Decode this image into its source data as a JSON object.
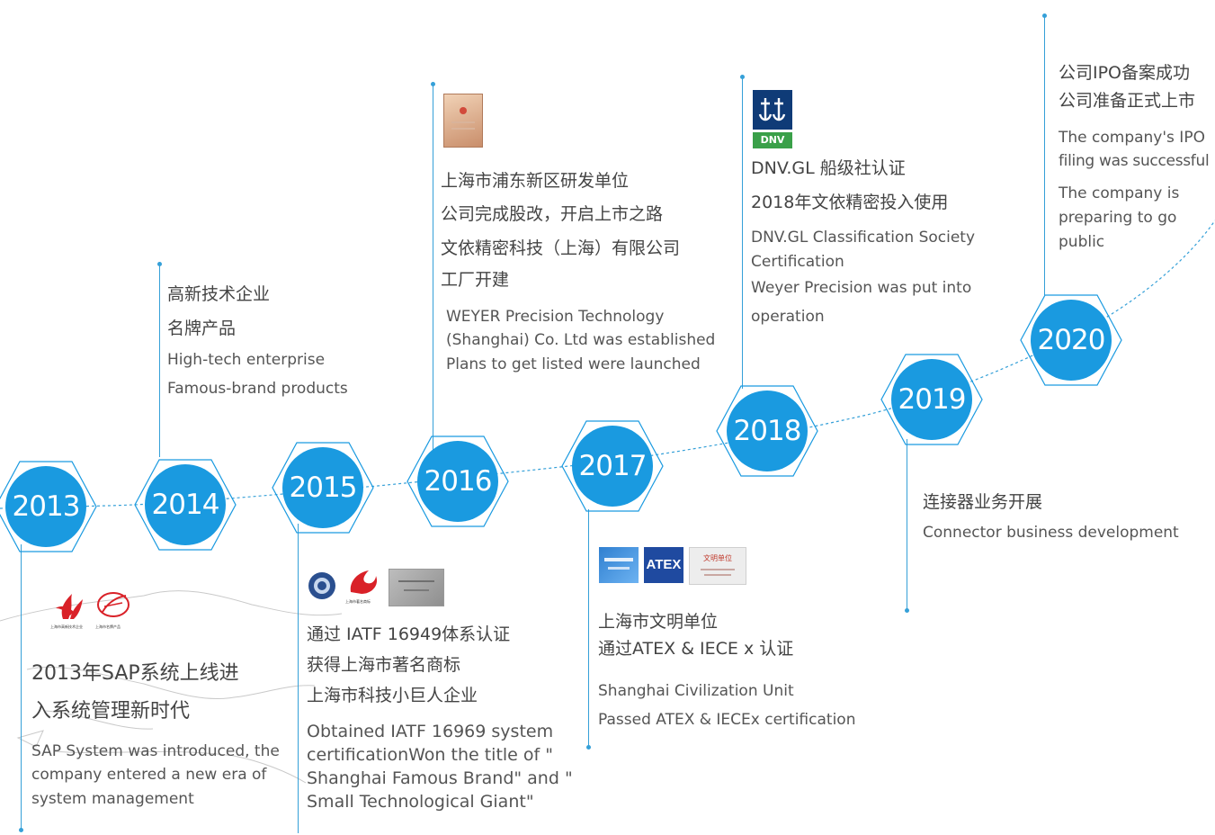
{
  "accent_color": "#1a9ae0",
  "line_color": "#35a0d8",
  "events": [
    {
      "year": "2013",
      "cn_lines": [
        "2013年SAP系统上线进",
        "入系统管理新时代"
      ],
      "en_lines": [
        "SAP System was introduced, the",
        "company entered a new era of",
        "system management"
      ],
      "logos": [
        "high-tech-enterprise-logo",
        "shanghai-famous-brand-logo"
      ],
      "logo_captions": [
        "上海市高新技术企业",
        "上海市名牌产品"
      ]
    },
    {
      "year": "2014",
      "cn_lines": [
        "高新技术企业",
        "名牌产品"
      ],
      "en_lines": [
        "High-tech enterprise",
        "Famous-brand products"
      ]
    },
    {
      "year": "2015",
      "cn_lines": [
        "通过 IATF 16949体系认证",
        "获得上海市著名商标",
        "上海市科技小巨人企业"
      ],
      "en_lines": [
        "Obtained IATF 16969 system",
        "certificationWon the title of \"",
        "Shanghai Famous Brand\" and \"",
        "Small Technological Giant\""
      ],
      "logos": [
        "iatf-certification-logo",
        "shanghai-famous-trademark-logo",
        "giant-enterprise-plaque-image"
      ],
      "logo_captions": [
        "上海市著名商标"
      ]
    },
    {
      "year": "2016",
      "cn_lines": [
        "上海市浦东新区研发单位",
        "公司完成股改，开启上市之路",
        "文依精密科技（上海）有限公司",
        "工厂开建"
      ],
      "en_lines": [
        "WEYER Precision Technology",
        "(Shanghai) Co. Ltd was established",
        "Plans to get listed were launched"
      ],
      "logos": [
        "rnd-certificate-image"
      ]
    },
    {
      "year": "2017",
      "cn_lines": [
        "上海市文明单位",
        "通过ATEX & IECE x 认证"
      ],
      "en_lines": [
        "Shanghai Civilization Unit",
        "Passed ATEX & IECEx certification"
      ],
      "logos": [
        "iecex-logo",
        "atex-logo",
        "civilization-unit-plaque-image"
      ],
      "logo_captions": [
        "ATEX",
        "文明单位"
      ]
    },
    {
      "year": "2018",
      "cn_lines": [
        "DNV.GL 船级社认证",
        "2018年文依精密投入使用"
      ],
      "en_lines": [
        "DNV.GL Classification Society",
        "Certification",
        "Weyer Precision was put into",
        "operation"
      ],
      "logos": [
        "dnv-logo"
      ],
      "logo_captions": [
        "DNV"
      ]
    },
    {
      "year": "2019",
      "cn_lines": [
        "连接器业务开展"
      ],
      "en_lines": [
        "Connector business development"
      ]
    },
    {
      "year": "2020",
      "cn_lines": [
        "公司IPO备案成功",
        "公司准备正式上市"
      ],
      "en_lines": [
        "The company's IPO",
        "filing was successful",
        "The company is",
        "preparing to go",
        "public"
      ]
    }
  ]
}
